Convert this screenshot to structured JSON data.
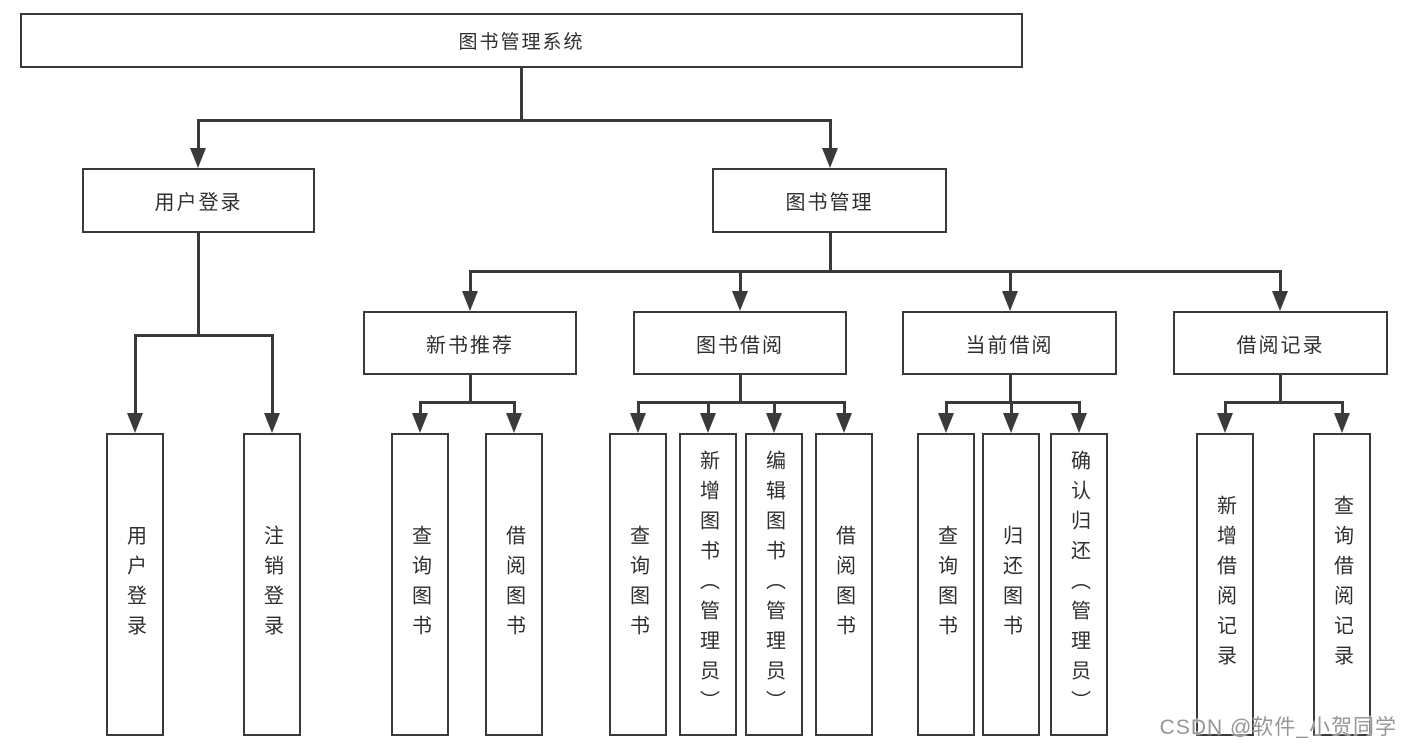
{
  "nodes": {
    "root": "图书管理系统",
    "user_login": "用户登录",
    "book_mgmt": "图书管理",
    "new_books": "新书推荐",
    "book_borrow": "图书借阅",
    "current_borrow": "当前借阅",
    "borrow_records": "借阅记录",
    "leaves": {
      "user_login": [
        "用户登录",
        "注销登录"
      ],
      "new_books": [
        "查询图书",
        "借阅图书"
      ],
      "book_borrow": [
        "查询图书",
        "新增图书（管理员）",
        "编辑图书（管理员）",
        "借阅图书"
      ],
      "current_borrow": [
        "查询图书",
        "归还图书",
        "确认归还（管理员）"
      ],
      "borrow_records": [
        "新增借阅记录",
        "查询借阅记录"
      ]
    }
  },
  "watermark": "CSDN @软件_小贺同学",
  "colors": {
    "line": "#3a3a3a",
    "text": "#2f2f2f",
    "background": "#ffffff",
    "watermark": "#969696"
  }
}
